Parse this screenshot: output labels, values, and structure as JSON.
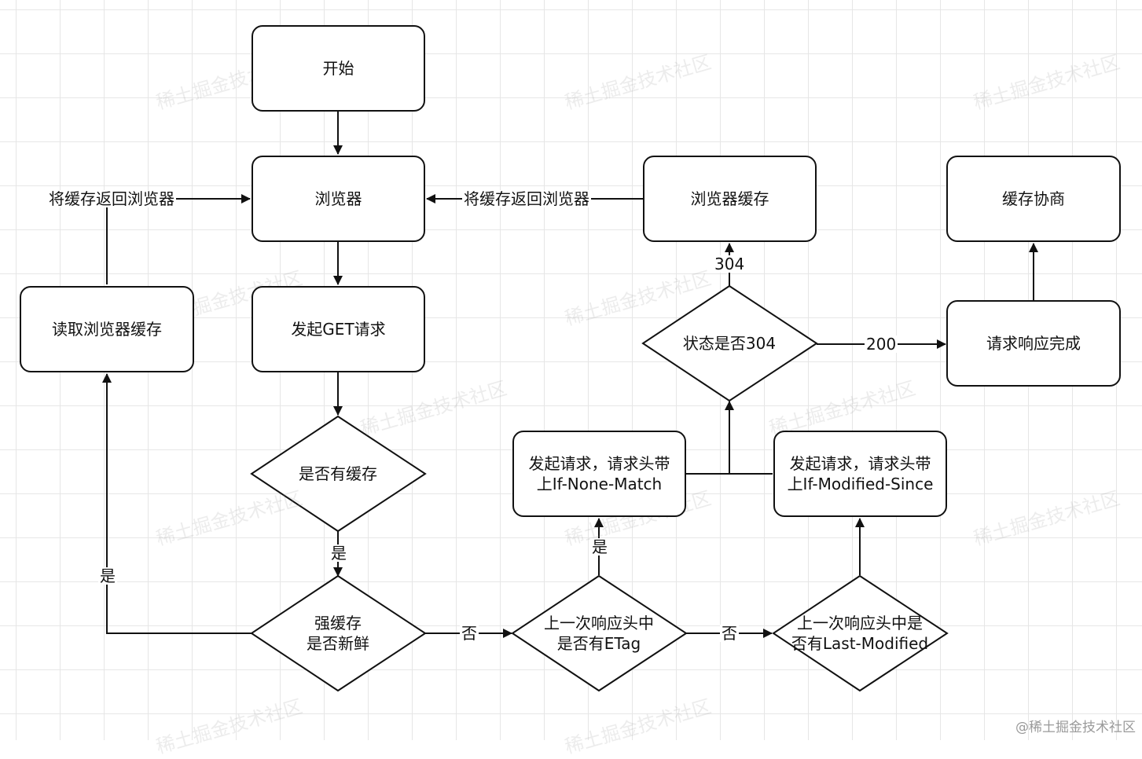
{
  "nodes": {
    "start": "开始",
    "browser": "浏览器",
    "send_get": "发起GET请求",
    "has_cache": "是否有缓存",
    "strong_fresh": "强缓存\n是否新鲜",
    "read_cache": "读取浏览器缓存",
    "has_etag": "上一次响应头中\n是否有ETag",
    "has_last_modified": "上一次响应头中是\n否有Last-Modified",
    "req_if_none_match": "发起请求，请求头带\n上If-None-Match",
    "req_if_modified_since": "发起请求，请求头带\n上If-Modified-Since",
    "status_304": "状态是否304",
    "browser_cache": "浏览器缓存",
    "response_done": "请求响应完成",
    "cache_negotiation": "缓存协商"
  },
  "edge_labels": {
    "return_left": "将缓存返回浏览器",
    "return_right": "将缓存返回浏览器",
    "yes_has_cache": "是",
    "yes_fresh": "是",
    "no_not_fresh": "否",
    "yes_etag": "是",
    "no_etag": "否",
    "code_304": "304",
    "code_200": "200"
  },
  "watermark": "稀土掘金技术社区",
  "site_mark": "@稀土掘金技术社区",
  "colors": {
    "stroke": "#111111",
    "grid": "#e6e6e6",
    "fill": "#ffffff"
  }
}
